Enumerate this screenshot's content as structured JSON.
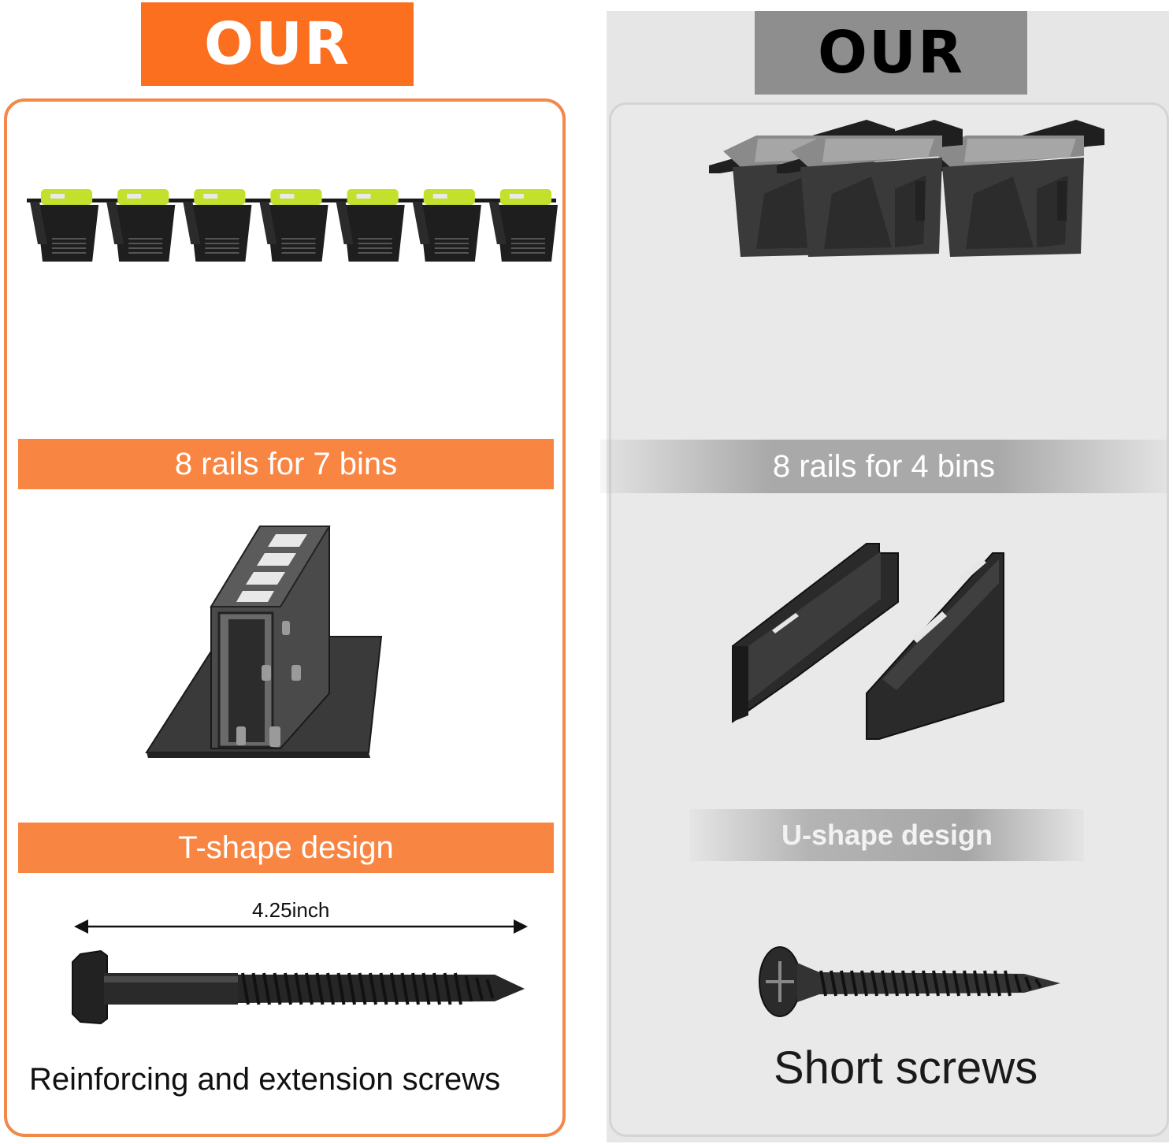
{
  "left": {
    "title": "OUR",
    "bins_label": "8 rails for 7 bins",
    "rail_label": "T-shape design",
    "screw_length": "4.25inch",
    "screw_label": "Reinforcing and extension screws",
    "bin_count": 7,
    "accent_color": "#fb6f1f",
    "bin_lid_color": "#c2e02c"
  },
  "right": {
    "title": "OUR",
    "bins_label": "8 rails for 4 bins",
    "rail_label": "U-shape design",
    "screw_label": "Short screws",
    "bin_count": 3,
    "header_color": "#8e8e8e"
  }
}
